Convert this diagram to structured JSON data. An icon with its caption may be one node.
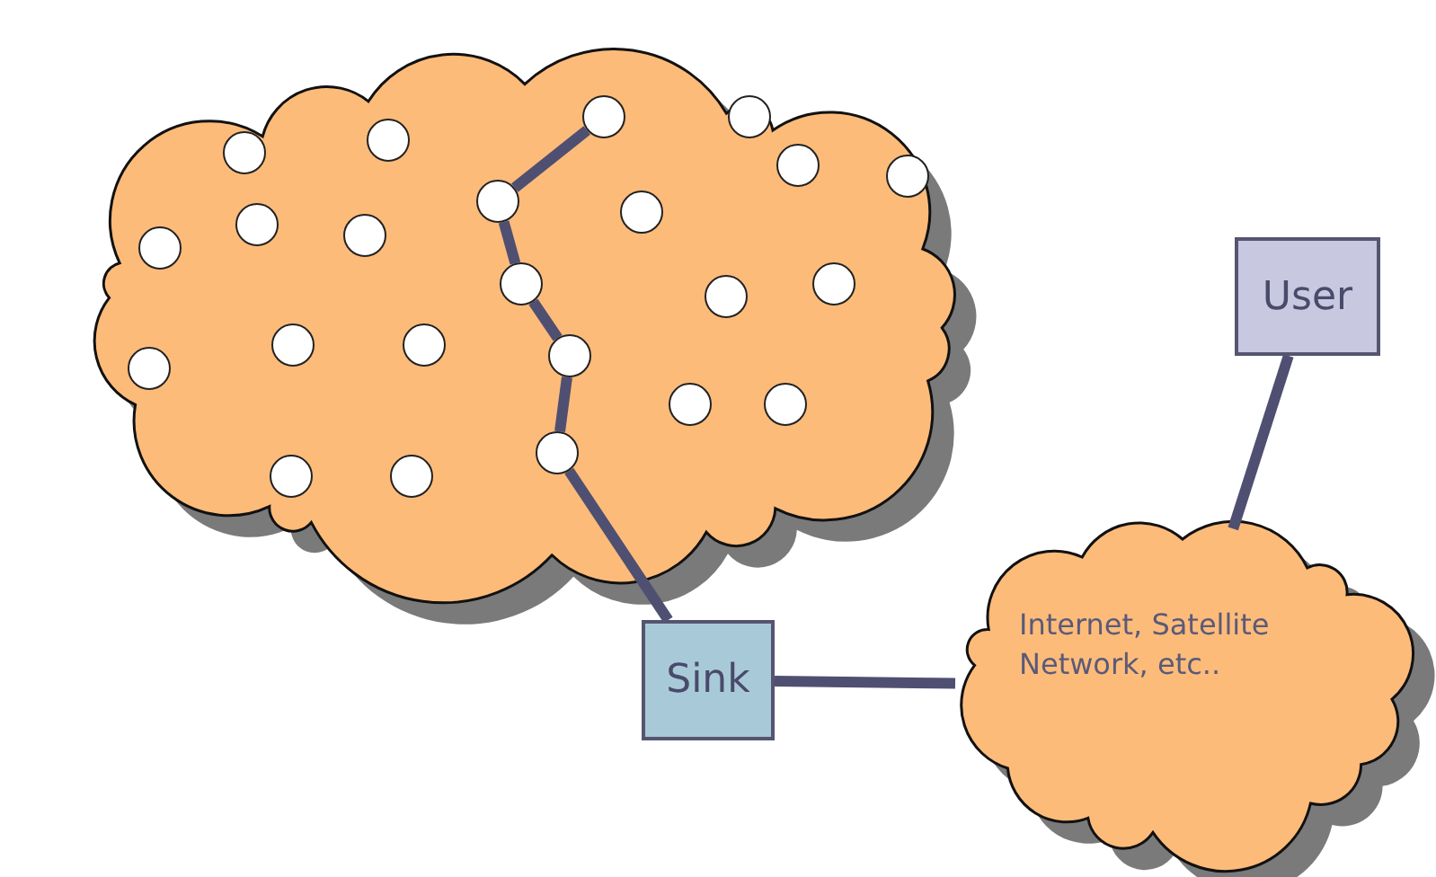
{
  "diagram": {
    "nodes": [
      {
        "text": [],
        "shape": "cloud"
      },
      {
        "text": [],
        "shape": "circle",
        "in": 0
      },
      {
        "text": [],
        "shape": "circle",
        "in": 0
      },
      {
        "text": [],
        "shape": "circle",
        "in": 0
      },
      {
        "text": [],
        "shape": "circle",
        "in": 0
      },
      {
        "text": [],
        "shape": "circle",
        "in": 0
      },
      {
        "text": [],
        "shape": "circle",
        "in": 0
      },
      {
        "text": [],
        "shape": "circle",
        "in": 0
      },
      {
        "text": [],
        "shape": "circle",
        "in": 0
      },
      {
        "text": [],
        "shape": "circle",
        "in": 0
      },
      {
        "text": [],
        "shape": "circle",
        "in": 0
      },
      {
        "text": [],
        "shape": "circle",
        "in": 0
      },
      {
        "text": [],
        "shape": "circle",
        "in": 0
      },
      {
        "text": [],
        "shape": "circle",
        "in": 0
      },
      {
        "text": [],
        "shape": "circle",
        "in": 0
      },
      {
        "text": [],
        "shape": "circle",
        "in": 0
      },
      {
        "text": [],
        "shape": "circle",
        "in": 0
      },
      {
        "text": [],
        "shape": "circle",
        "in": 0
      },
      {
        "text": [],
        "shape": "circle",
        "in": 0
      },
      {
        "text": [],
        "shape": "circle",
        "in": 0
      },
      {
        "text": [],
        "shape": "circle",
        "in": 0
      },
      {
        "text": [],
        "shape": "circle",
        "in": 0
      },
      {
        "text": [],
        "shape": "circle",
        "in": 0
      },
      {
        "text": [],
        "shape": "circle",
        "in": 0
      },
      {
        "text": [
          "Sink"
        ]
      },
      {
        "text": [
          "Internet, Satellite Network, etc.."
        ]
      },
      {
        "text": [
          "User"
        ]
      }
    ],
    "edges": [
      {
        "from": 15,
        "to": 11,
        "arrow": "none"
      },
      {
        "from": 11,
        "to": 12,
        "arrow": "none"
      },
      {
        "from": 12,
        "to": 14,
        "arrow": "none"
      },
      {
        "from": 14,
        "to": 13,
        "arrow": "none"
      },
      {
        "from": 13,
        "to": 24,
        "arrow": "none"
      },
      {
        "from": 24,
        "to": 25,
        "arrow": "none"
      },
      {
        "from": 25,
        "to": 26,
        "arrow": "none"
      }
    ]
  }
}
